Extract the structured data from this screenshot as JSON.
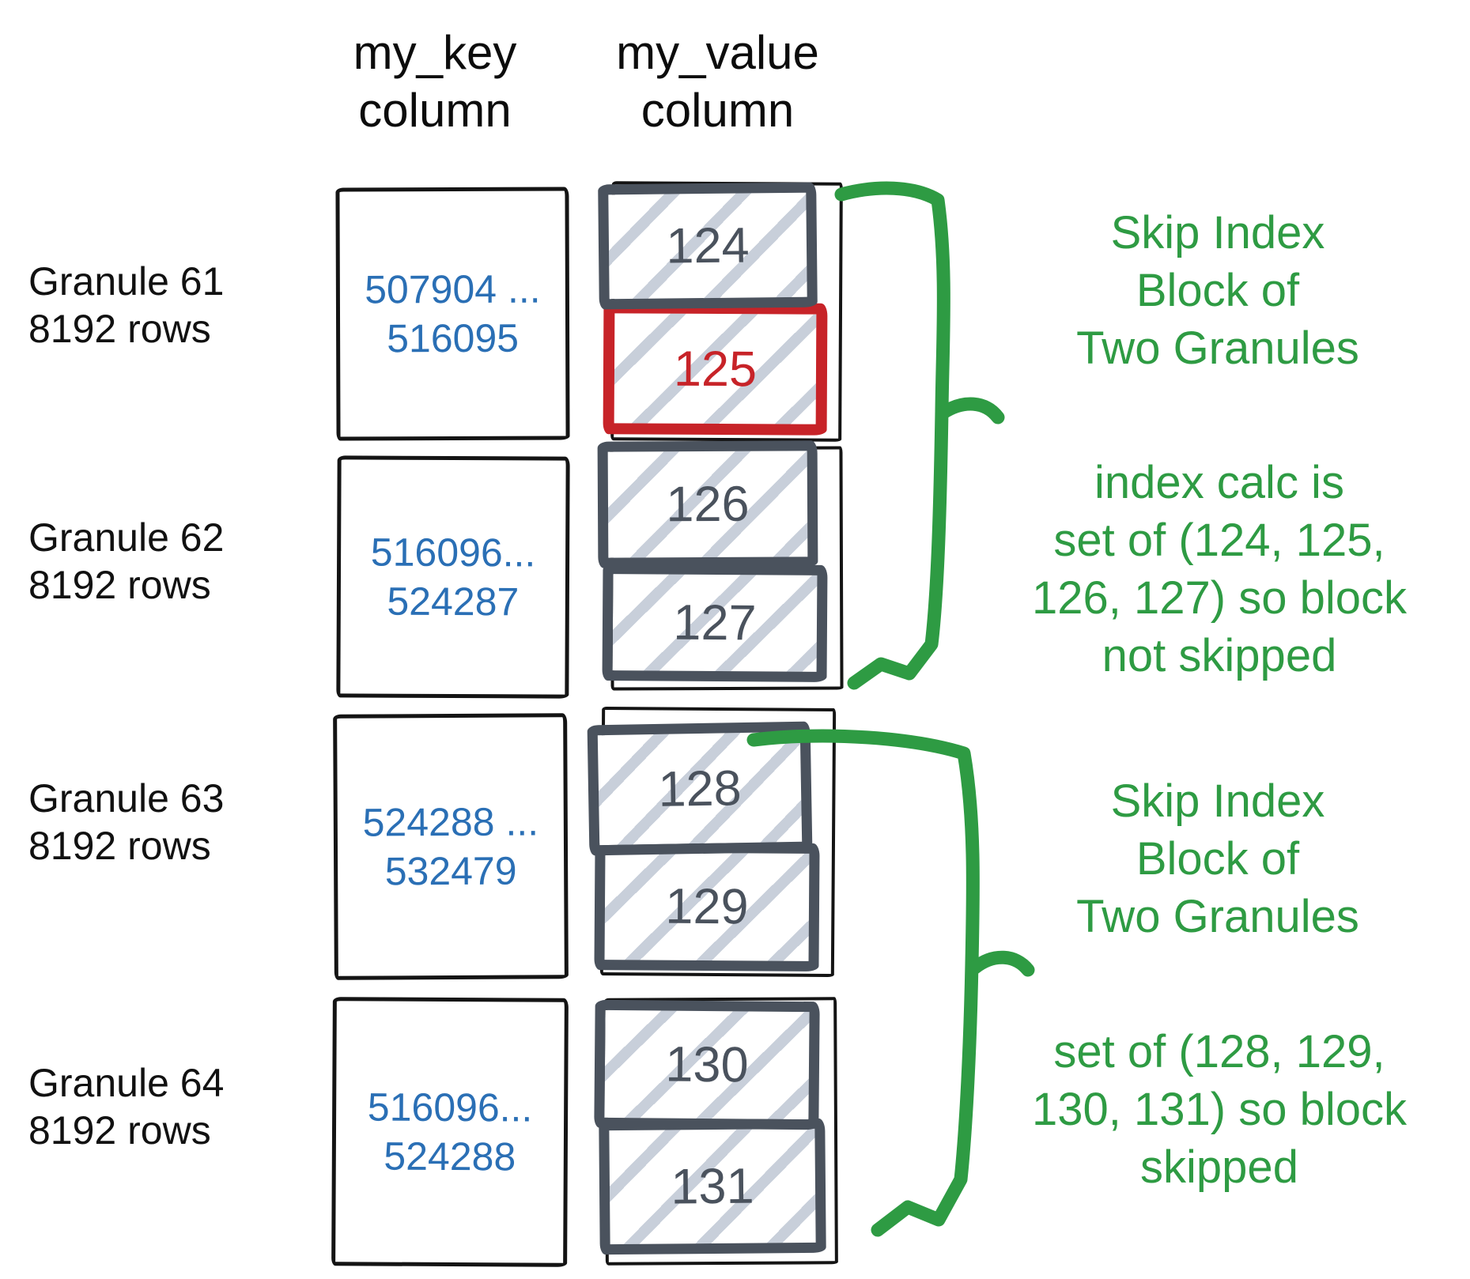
{
  "headers": {
    "key": [
      "my_key",
      "column"
    ],
    "value": [
      "my_value",
      "column"
    ]
  },
  "granules": [
    {
      "label_line1": "Granule 61",
      "label_line2": "8192 rows",
      "key_min": "507904 ...",
      "key_max": "516095",
      "values": [
        {
          "num": "124",
          "highlight": false
        },
        {
          "num": "125",
          "highlight": true
        }
      ]
    },
    {
      "label_line1": "Granule 62",
      "label_line2": "8192 rows",
      "key_min": "516096...",
      "key_max": "524287",
      "values": [
        {
          "num": "126",
          "highlight": false
        },
        {
          "num": "127",
          "highlight": false
        }
      ]
    },
    {
      "label_line1": "Granule 63",
      "label_line2": "8192 rows",
      "key_min": "524288 ...",
      "key_max": "532479",
      "values": [
        {
          "num": "128",
          "highlight": false
        },
        {
          "num": "129",
          "highlight": false
        }
      ]
    },
    {
      "label_line1": "Granule 64",
      "label_line2": "8192 rows",
      "key_min": "516096...",
      "key_max": "524288",
      "values": [
        {
          "num": "130",
          "highlight": false
        },
        {
          "num": "131",
          "highlight": false
        }
      ]
    }
  ],
  "annotations": [
    {
      "lines": [
        "Skip Index",
        "Block of",
        "Two Granules"
      ]
    },
    {
      "lines": [
        "index calc is",
        "set of (124, 125,",
        "126, 127) so block",
        "not skipped"
      ]
    },
    {
      "lines": [
        "Skip Index",
        "Block of",
        "Two Granules"
      ]
    },
    {
      "lines": [
        "set of (128, 129,",
        "130, 131) so block",
        "skipped"
      ]
    }
  ],
  "colors": {
    "green": "#2e9b43",
    "blue": "#2a6fb5",
    "red": "#c72328",
    "slate": "#4a525d",
    "hatch": "#c8cfda",
    "ink": "#141414"
  }
}
